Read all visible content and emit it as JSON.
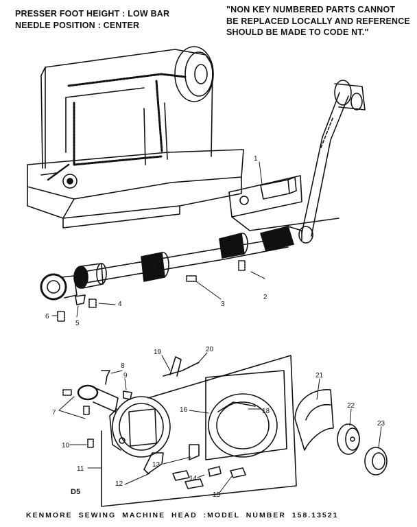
{
  "header": {
    "left_lines": [
      "PRESSER FOOT HEIGHT : LOW BAR",
      "NEEDLE POSITION : CENTER"
    ],
    "right_lines": [
      "\"NON KEY NUMBERED PARTS CANNOT",
      "BE REPLACED LOCALLY AND REFERENCE",
      "SHOULD BE MADE TO CODE NT.\""
    ]
  },
  "section_code": "D5",
  "footer": "KENMORE SEWING MACHINE HEAD :MODEL NUMBER 158.13521",
  "callouts": [
    "1",
    "2",
    "3",
    "4",
    "5",
    "6",
    "7",
    "8",
    "9",
    "10",
    "11",
    "12",
    "13",
    "14",
    "15",
    "16",
    "18",
    "19",
    "20",
    "21",
    "22",
    "23"
  ]
}
